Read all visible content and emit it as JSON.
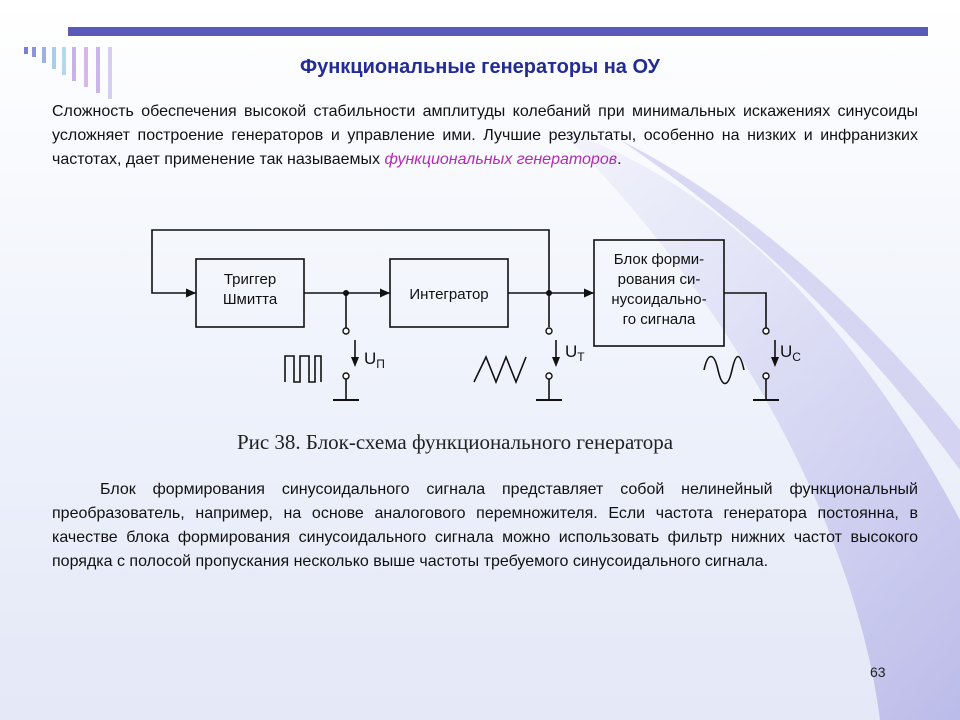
{
  "slide": {
    "title": "Функциональные генераторы на ОУ",
    "intro_text": "Сложность обеспечения высокой стабильности амплитуды колебаний при минимальных искажениях синусоиды усложняет построение генераторов и управление ими. Лучшие результаты, особенно на низких и инфранизких частотах, дает применение так называемых",
    "intro_highlight": "функциональных генераторов",
    "intro_end": ".",
    "caption": "Рис 38. Блок-схема функционального генератора",
    "body_text": "Блок формирования синусоидального сигнала представляет собой нелинейный функциональный преобразователь, например, на основе аналогового перемножителя. Если частота генератора постоянна, в качестве блока формирования синусоидального сигнала можно использовать фильтр нижних частот высокого порядка с полосой пропускания несколько выше частоты требуемого синусоидального сигнала.",
    "page_number": "63",
    "accent_color": "#5b59b9",
    "title_color": "#232c96",
    "highlight_color": "#b32bb4"
  },
  "diagram": {
    "schmitt_line1": "Триггер",
    "schmitt_line2": "Шмитта",
    "integrator": "Интегратор",
    "shaper_line1": "Блок форми-",
    "shaper_line2": "рования си-",
    "shaper_line3": "нусоидально-",
    "shaper_line4": "го сигнала",
    "up_main": "U",
    "up_sub": "П",
    "ut_main": "U",
    "ut_sub": "Т",
    "uc_main": "U",
    "uc_sub": "С"
  }
}
